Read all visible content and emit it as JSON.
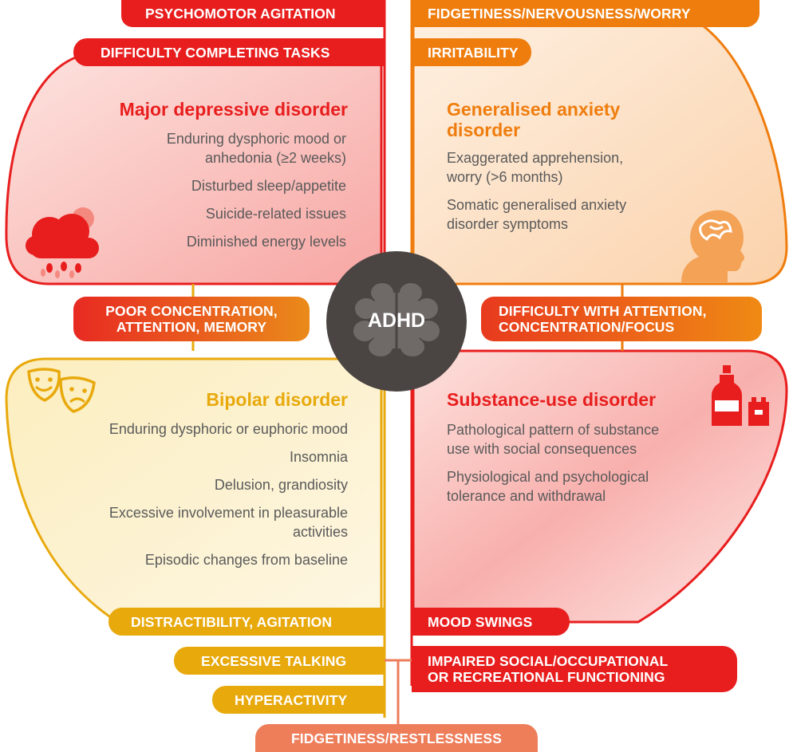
{
  "center": {
    "label": "ADHD"
  },
  "top_left_pills": [
    "PSYCHOMOTOR AGITATION",
    "DIFFICULTY COMPLETING TASKS"
  ],
  "top_right_pills": [
    "FIDGETINESS/NERVOUSNESS/WORRY",
    "IRRITABILITY"
  ],
  "mid_left_pill": [
    "POOR CONCENTRATION,",
    "ATTENTION, MEMORY"
  ],
  "mid_right_pill": [
    "DIFFICULTY WITH ATTENTION,",
    "CONCENTRATION/FOCUS"
  ],
  "bottom_left_pills": [
    "DISTRACTIBILITY, AGITATION",
    "EXCESSIVE TALKING",
    "HYPERACTIVITY"
  ],
  "bottom_right_pills": [
    "MOOD SWINGS",
    "IMPAIRED SOCIAL/OCCUPATIONAL",
    "OR RECREATIONAL FUNCTIONING"
  ],
  "bottom_pill": "FIDGETINESS/RESTLESSNESS",
  "panels": {
    "depression": {
      "title": "Major depressive disorder",
      "items": [
        "Enduring dysphoric mood or",
        "anhedonia (≥2 weeks)",
        "Disturbed sleep/appetite",
        "Suicide-related issues",
        "Diminished energy levels"
      ]
    },
    "anxiety": {
      "title_line1": "Generalised anxiety",
      "title_line2": "disorder",
      "items": [
        "Exaggerated apprehension,",
        "worry (>6 months)",
        "Somatic generalised anxiety",
        "disorder symptoms"
      ]
    },
    "bipolar": {
      "title": "Bipolar disorder",
      "items": [
        "Enduring dysphoric or euphoric mood",
        "Insomnia",
        "Delusion, grandiosity",
        "Excessive involvement in pleasurable",
        "activities",
        "Episodic changes from baseline"
      ]
    },
    "substance": {
      "title": "Substance-use disorder",
      "items": [
        "Pathological pattern of substance",
        "use with social consequences",
        "Physiological and psychological",
        "tolerance and withdrawal"
      ]
    }
  },
  "colors": {
    "red": "#e81e1e",
    "orange": "#ef7d0e",
    "yellow": "#e8a90c",
    "dark": "#4a4543"
  },
  "icons": [
    "rain-cloud-icon",
    "anxious-head-icon",
    "theatre-masks-icon",
    "bottle-icon",
    "brain-icon"
  ]
}
